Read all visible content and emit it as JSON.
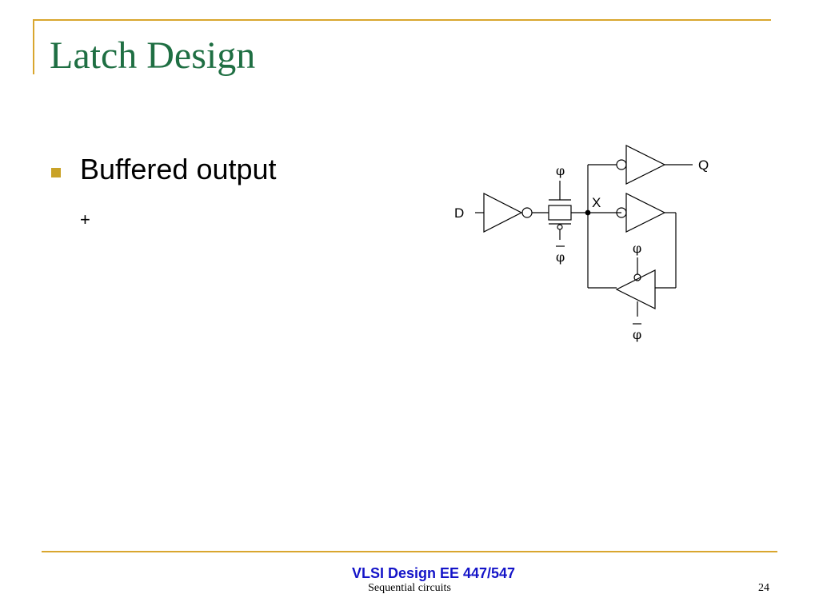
{
  "slide": {
    "title": "Latch Design",
    "bullet": "Buffered output",
    "sub_bullet": "+",
    "page_number": "24"
  },
  "diagram": {
    "input_label": "D",
    "output_label": "Q",
    "node_label": "X",
    "clock_label": "φ",
    "clock_bar_label": "φ"
  },
  "footer": {
    "title": "VLSI Design EE 447/547",
    "subtitle": "Sequential circuits"
  },
  "colors": {
    "title": "#1f6f43",
    "accent_rule": "#d9a62e",
    "bullet": "#c9a227",
    "footer_title": "#1414c8"
  }
}
